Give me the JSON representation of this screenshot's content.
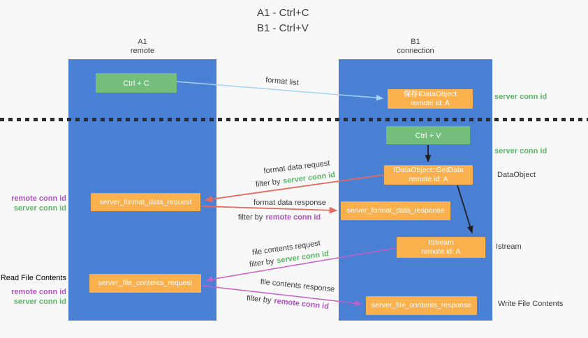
{
  "title": {
    "line1": "A1 - Ctrl+C",
    "line2": "B1 - Ctrl+V"
  },
  "lanes": {
    "left": {
      "title": "A1",
      "subtitle": "remote"
    },
    "right": {
      "title": "B1",
      "subtitle": "connection"
    }
  },
  "boxes": {
    "ctrl_c": {
      "label": "Ctrl + C"
    },
    "ctrl_v": {
      "label": "Ctrl + V"
    },
    "save_idataobject": {
      "line1": "保存IDataObject",
      "line2": "remote id: A"
    },
    "getdata": {
      "line1": "IDataObject::GetData",
      "line2": "remote id: A"
    },
    "istream": {
      "line1": "IStream",
      "line2": "remote id: A"
    },
    "server_format_data_request": {
      "label": "server_format_data_request"
    },
    "server_format_data_response": {
      "label": "server_format_data_response"
    },
    "server_file_contents_request": {
      "label": "server_file_contents_request"
    },
    "server_file_contents_response": {
      "label": "server_file_contents_response"
    }
  },
  "flow_labels": {
    "format_list": "format list",
    "format_data_request": "format data request",
    "format_data_response": "format data response",
    "file_contents_request": "file contents request",
    "file_contents_response": "file contents response",
    "filter_by": "filter by",
    "server_conn_id": "server conn id",
    "remote_conn_id": "remote conn id"
  },
  "side_labels": {
    "right_top_server_conn_id": "server conn id",
    "right_mid_server_conn_id": "server conn id",
    "right_dataobject": "DataObject",
    "right_istream": "Istream",
    "right_write_file_contents": "Write File Contents",
    "left_remote_conn_id_top": "remote conn id",
    "left_server_conn_id_top": "server conn id",
    "left_read_file_contents": "Read File Contents",
    "left_remote_conn_id_bottom": "remote conn id",
    "left_server_conn_id_bottom": "server conn id"
  },
  "colors": {
    "lane_blue": "#4a80d4",
    "box_green": "#74be7c",
    "box_orange": "#f9b04d",
    "arrow_light_blue": "#a6d3f2",
    "arrow_red": "#e8695c",
    "arrow_magenta": "#c75ec6",
    "arrow_black": "#1f1f1f",
    "text_green": "#5cb567",
    "text_purple": "#b152c4",
    "text_dark": "#3c3c3c",
    "dotted_line": "#2b2b2b",
    "background": "#f8f8f8"
  }
}
